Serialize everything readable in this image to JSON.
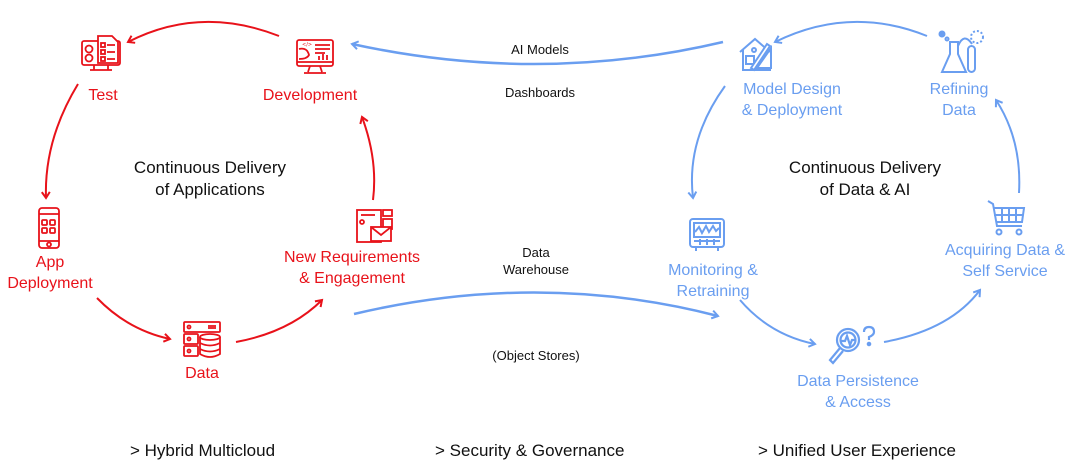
{
  "colors": {
    "app_cycle": "#e8121a",
    "data_cycle": "#6a9ef0",
    "text": "#111111"
  },
  "app_cycle": {
    "title_line1": "Continuous Delivery",
    "title_line2": "of Applications",
    "nodes": {
      "test": {
        "label": "Test",
        "icon": "test-checklist-monitor-icon"
      },
      "development": {
        "label": "Development",
        "icon": "development-monitor-icon"
      },
      "new_requirements": {
        "label_line1": "New Requirements",
        "label_line2": "& Engagement",
        "icon": "document-envelope-icon"
      },
      "data": {
        "label": "Data",
        "icon": "database-server-icon"
      },
      "app_deployment": {
        "label_line1": "App",
        "label_line2": "Deployment",
        "icon": "smartphone-icon"
      }
    }
  },
  "data_cycle": {
    "title_line1": "Continuous Delivery",
    "title_line2": "of Data & AI",
    "nodes": {
      "model_design": {
        "label_line1": "Model Design",
        "label_line2": "& Deployment",
        "icon": "house-blueprint-icon"
      },
      "refining_data": {
        "label_line1": "Refining",
        "label_line2": "Data",
        "icon": "lab-flask-icon"
      },
      "acquiring_data": {
        "label_line1": "Acquiring Data &",
        "label_line2": "Self Service",
        "icon": "shopping-cart-icon"
      },
      "data_persistence": {
        "label_line1": "Data Persistence",
        "label_line2": "& Access",
        "icon": "magnifier-question-icon"
      },
      "monitoring": {
        "label_line1": "Monitoring &",
        "label_line2": "Retraining",
        "icon": "monitor-waveform-icon"
      }
    }
  },
  "bridges": {
    "top_label1": "AI Models",
    "top_label2": "Dashboards",
    "bottom_label1_line1": "Data",
    "bottom_label1_line2": "Warehouse",
    "bottom_label2": "(Object Stores)"
  },
  "footer": {
    "items": [
      "> Hybrid Multicloud",
      "> Security & Governance",
      "> Unified User Experience"
    ]
  }
}
